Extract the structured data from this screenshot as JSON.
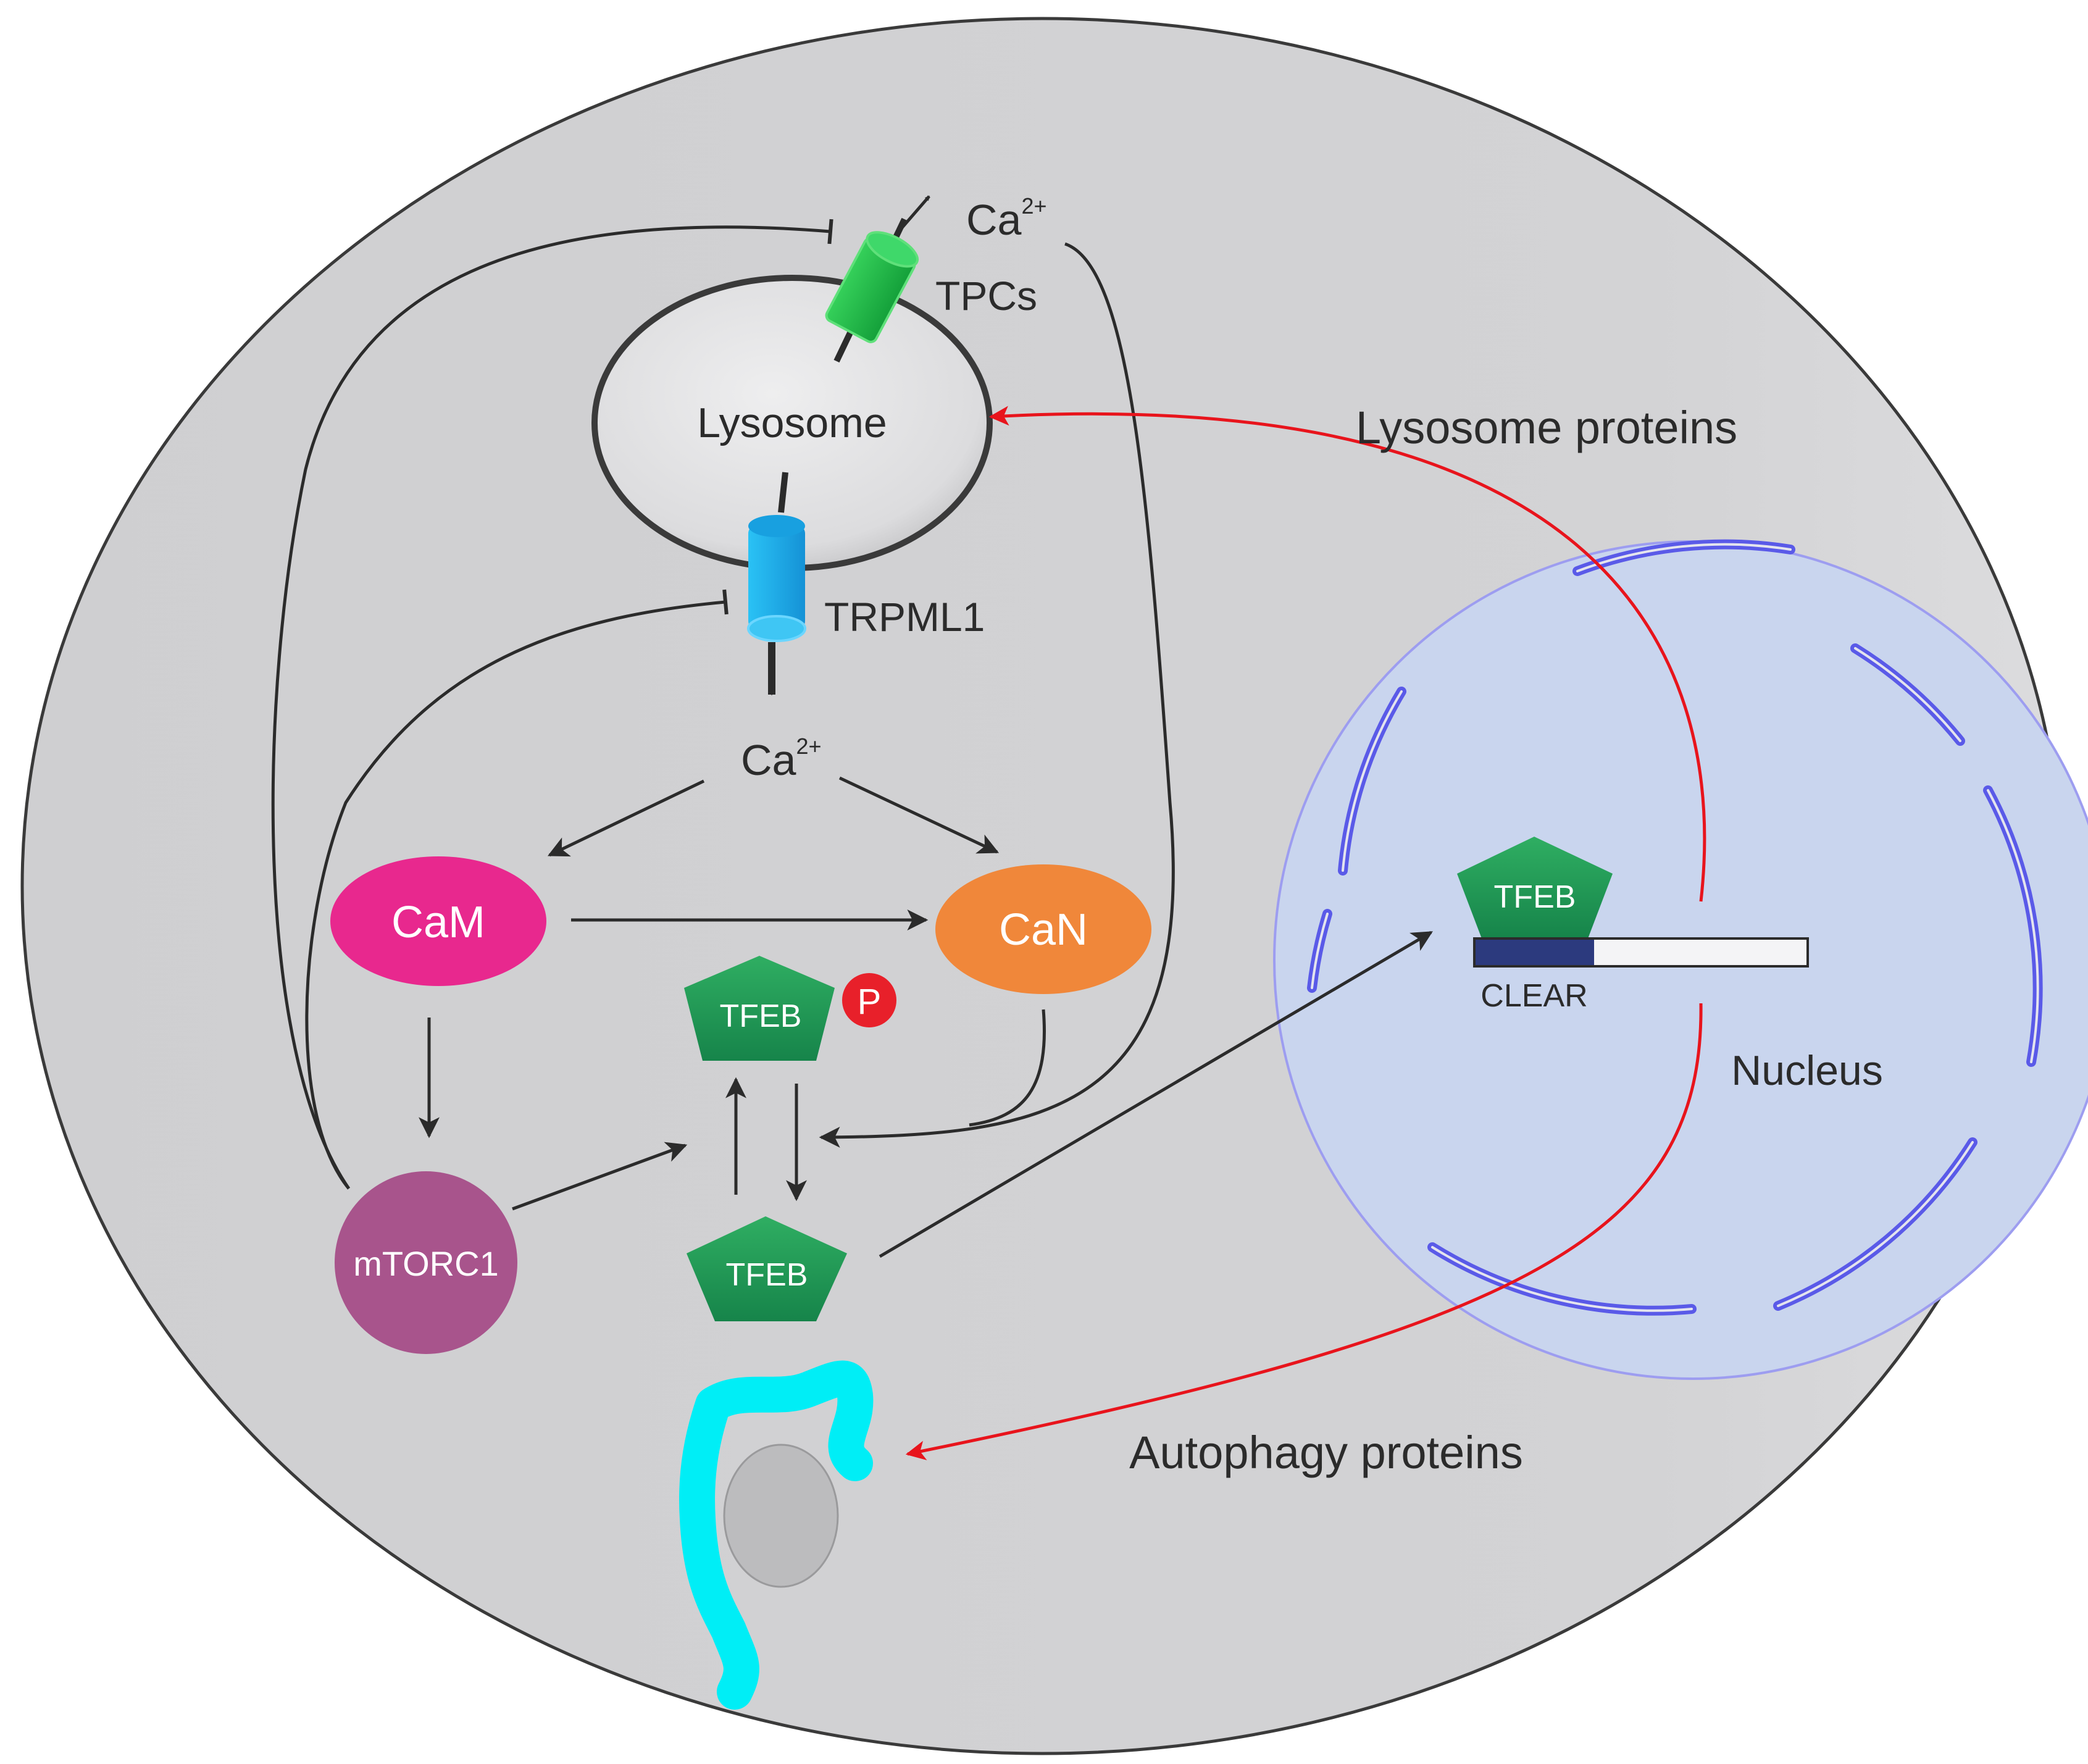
{
  "labels": {
    "ca_top": "Ca",
    "ca_top_sup": "2+",
    "ca_mid": "Ca",
    "ca_mid_sup": "2+",
    "tpcs": "TPCs",
    "lysosome": "Lysosome",
    "trpml1": "TRPML1",
    "cam": "CaM",
    "can": "CaN",
    "mtorc1": "mTORC1",
    "tfeb_phos": "TFEB",
    "phospho": "P",
    "tfeb": "TFEB",
    "tfeb_nuclear": "TFEB",
    "clear": "CLEAR",
    "nucleus": "Nucleus",
    "lysosome_proteins": "Lysosome proteins",
    "autophagy_proteins": "Autophagy proteins"
  },
  "colors": {
    "cell": "#d3d3d5",
    "nucleus": "#c9d5ee",
    "nuclear_envelope": "#5a5ae8",
    "cam": "#e8288e",
    "can": "#f0873a",
    "mtorc1": "#a8548c",
    "tfeb": "#239a55",
    "phospho": "#e8202a",
    "tpc": "#1fb84a",
    "trpml1": "#22aee8",
    "autophagosome": "#00eef6",
    "clear_box": "#2c3a7e",
    "activation_arrow": "#2b2b2b",
    "nuclear_export_arrow": "#e8141c"
  }
}
